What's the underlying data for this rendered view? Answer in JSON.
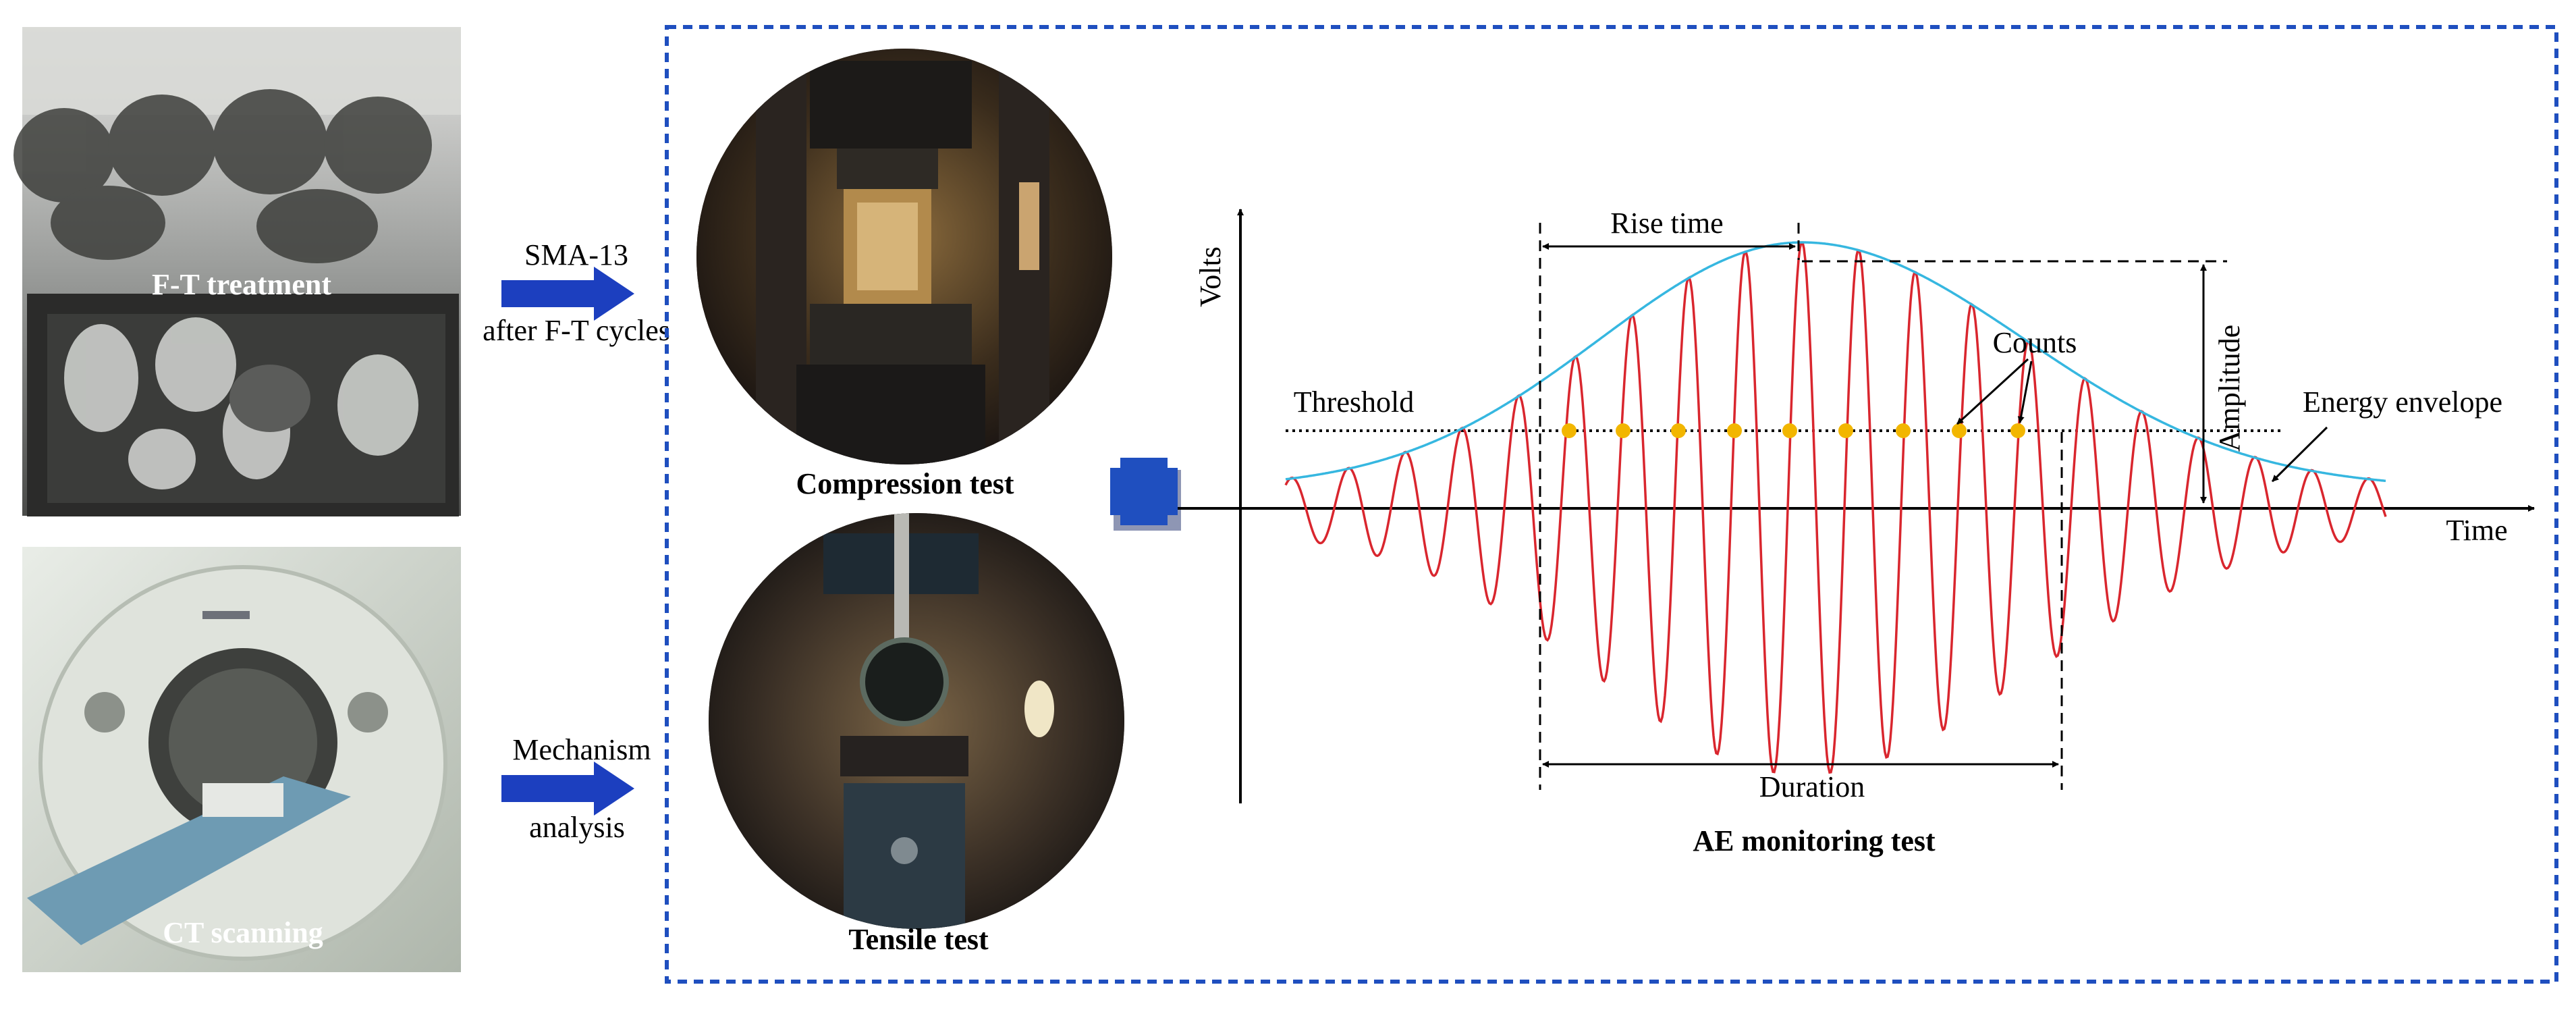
{
  "photos": {
    "ft_label": "F-T treatment",
    "ct_label": "CT scanning"
  },
  "arrows": {
    "top_line1": "SMA-13",
    "top_line2": "after F-T cycles",
    "bottom_line1": "Mechanism",
    "bottom_line2": "analysis"
  },
  "tests": {
    "compression_label": "Compression test",
    "tensile_label": "Tensile test"
  },
  "ae": {
    "ylabel": "Volts",
    "xlabel": "Time",
    "rise_time": "Rise time",
    "threshold": "Threshold",
    "counts": "Counts",
    "amplitude": "Amplitude",
    "energy_envelope": "Energy envelope",
    "duration": "Duration",
    "title": "AE monitoring test"
  },
  "colors": {
    "frame": "#1f4fbf",
    "arrow": "#1c3fbf",
    "plus": "#1f4fbf",
    "wave": "#d9262e",
    "envelope": "#36b7e0",
    "counts": "#f2b600"
  }
}
